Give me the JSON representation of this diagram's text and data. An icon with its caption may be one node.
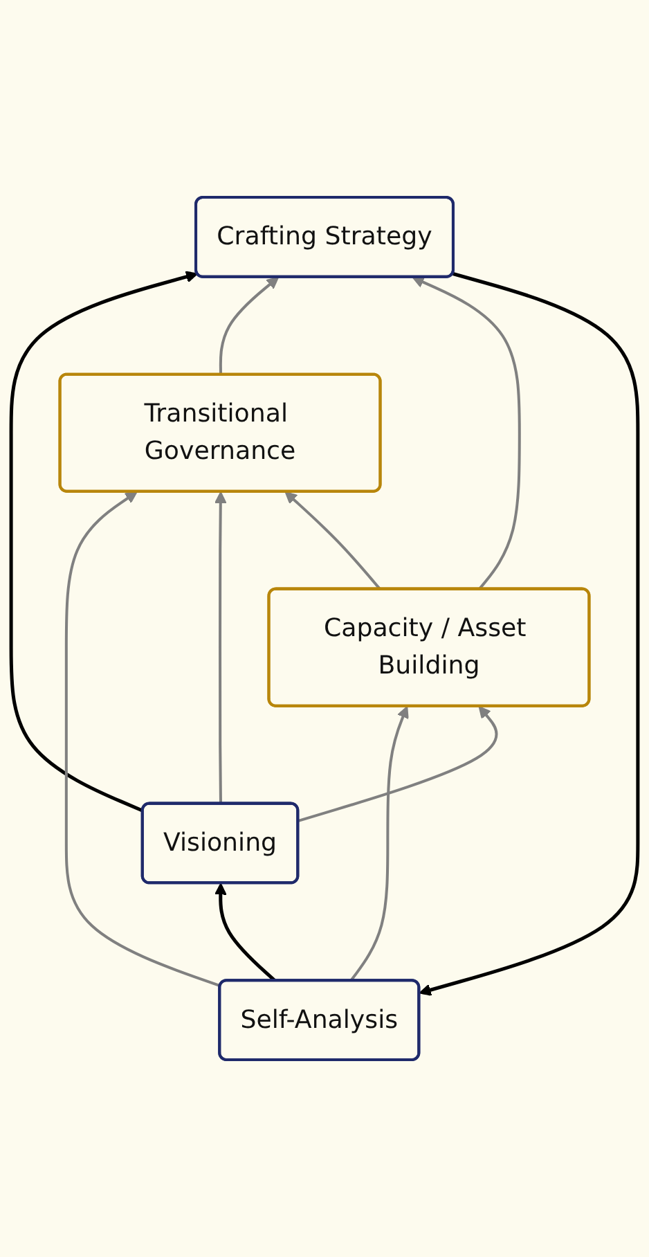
{
  "diagram": {
    "nodes": [
      {
        "text": [
          "Self-Analysis"
        ]
      },
      {
        "text": [
          "Visioning"
        ]
      },
      {
        "text": [
          "Crafting Strategy"
        ]
      },
      {
        "text": [
          "Transitional Governance"
        ]
      },
      {
        "text": [
          "Capacity / Asset Building"
        ]
      }
    ],
    "edges": [
      {
        "from": 0,
        "to": 1,
        "arrow": "to",
        "color": "#000000"
      },
      {
        "from": 1,
        "to": 2,
        "arrow": "to",
        "color": "#000000"
      },
      {
        "from": 2,
        "to": 0,
        "arrow": "to",
        "color": "#000000"
      },
      {
        "from": 0,
        "to": 3,
        "arrow": "to"
      },
      {
        "from": 0,
        "to": 4,
        "arrow": "to"
      },
      {
        "from": 1,
        "to": 3,
        "arrow": "to"
      },
      {
        "from": 1,
        "to": 4,
        "arrow": "to"
      },
      {
        "from": 4,
        "to": 3,
        "arrow": "to"
      },
      {
        "from": 3,
        "to": 2,
        "arrow": "to"
      },
      {
        "from": 4,
        "to": 2,
        "arrow": "to"
      }
    ]
  }
}
